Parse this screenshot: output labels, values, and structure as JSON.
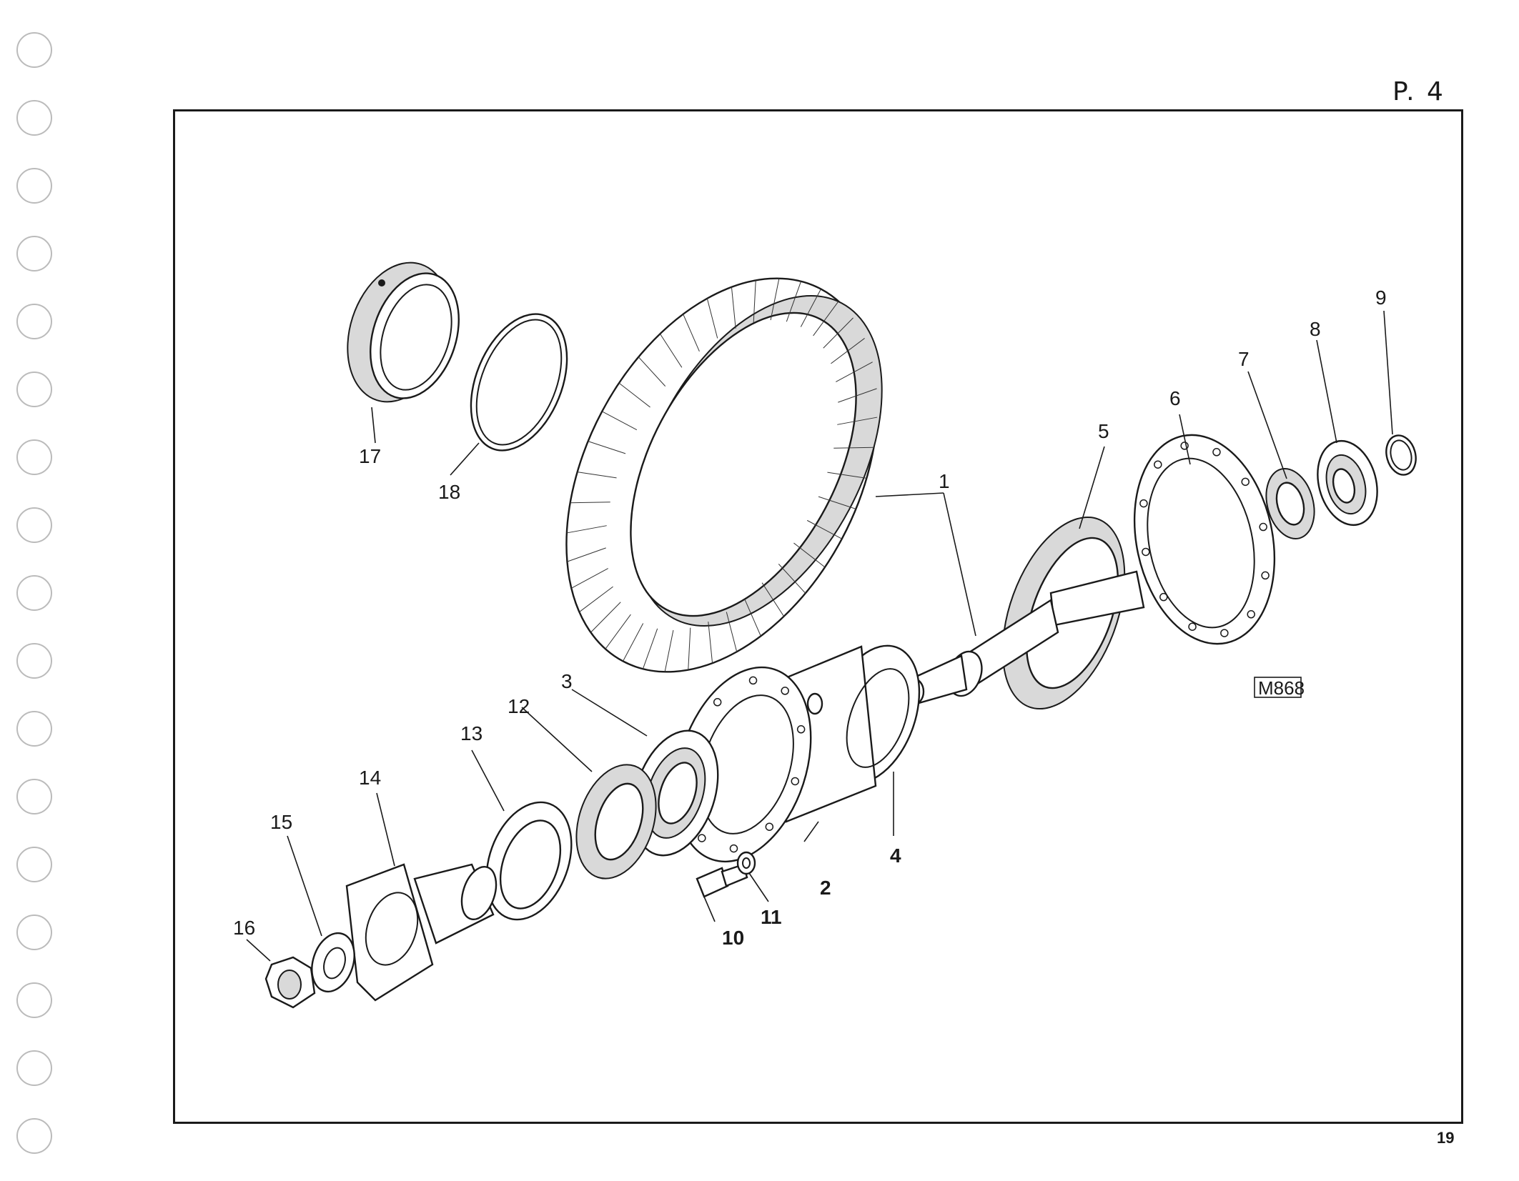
{
  "page_ref": "P. 4",
  "page_number": "19",
  "figure_ref": "M868",
  "callouts": [
    "1",
    "2",
    "3",
    "4",
    "5",
    "6",
    "7",
    "8",
    "9",
    "10",
    "11",
    "12",
    "13",
    "14",
    "15",
    "16",
    "17",
    "18"
  ],
  "bold_callouts": [
    "2",
    "4",
    "10",
    "11"
  ],
  "colors": {
    "ink": "#1a1a1a",
    "paper": "#ffffff"
  }
}
